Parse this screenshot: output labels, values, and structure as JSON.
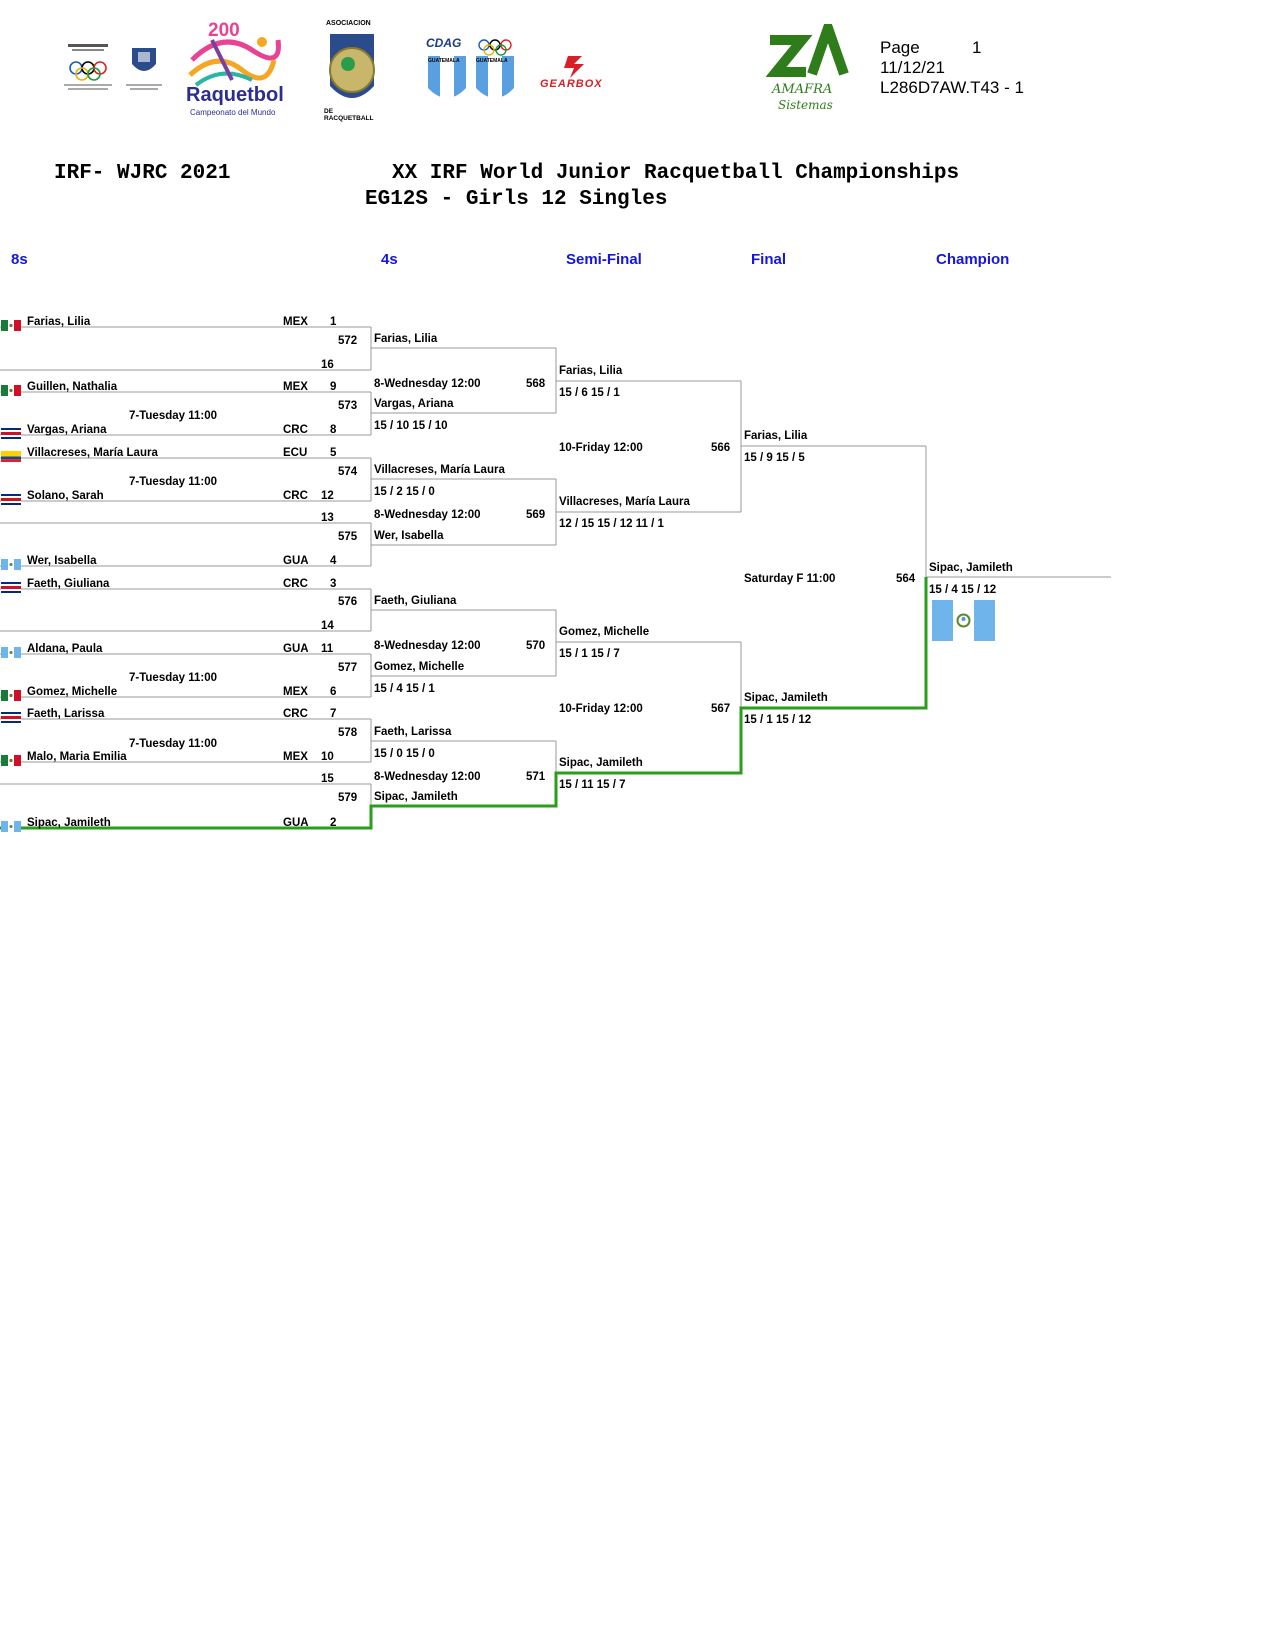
{
  "header": {
    "page_label": "Page",
    "page_number": "1",
    "date": "11/12/21",
    "report_code": "L286D7AW.T43 -  1",
    "left_title": "IRF- WJRC 2021",
    "main_title": "XX IRF World Junior Racquetball Championships",
    "sub_title": "EG12S - Girls 12 Singles"
  },
  "logos": {
    "raquetbol_200": "200",
    "raquetbol_name": "Raquetbol",
    "raquetbol_sub": "Campeonato del Mundo",
    "cdag": "CDAG",
    "guatemala_label": "GUATEMALA",
    "gearbox": "GEARBOX",
    "asociacion_top": "ASOCIACION",
    "asociacion_bottom": "DE RACQUETBALL",
    "amafra": "AMAFRA",
    "amafra_sub": "Sistemas"
  },
  "rounds": {
    "r1": "8s",
    "r2": "4s",
    "r3": "Semi-Final",
    "r4": "Final",
    "r5": "Champion"
  },
  "colors": {
    "round_header": "#1515e0",
    "winner_path": "#2a9d1a",
    "lines": "#999999"
  },
  "round1": [
    {
      "name": "Farias, Lilia",
      "country": "MEX",
      "seed": "1",
      "flag": "mex"
    },
    {
      "name": "",
      "country": "",
      "seed": "16",
      "flag": ""
    },
    {
      "name": "Guillen, Nathalia",
      "country": "MEX",
      "seed": "9",
      "flag": "mex"
    },
    {
      "name": "Vargas, Ariana",
      "country": "CRC",
      "seed": "8",
      "flag": "crc"
    },
    {
      "name": "Villacreses, María Laura",
      "country": "ECU",
      "seed": "5",
      "flag": "ecu"
    },
    {
      "name": "Solano, Sarah",
      "country": "CRC",
      "seed": "12",
      "flag": "crc"
    },
    {
      "name": "",
      "country": "",
      "seed": "13",
      "flag": ""
    },
    {
      "name": "Wer, Isabella",
      "country": "GUA",
      "seed": "4",
      "flag": "gua"
    },
    {
      "name": "Faeth, Giuliana",
      "country": "CRC",
      "seed": "3",
      "flag": "crc"
    },
    {
      "name": "",
      "country": "",
      "seed": "14",
      "flag": ""
    },
    {
      "name": "Aldana, Paula",
      "country": "GUA",
      "seed": "11",
      "flag": "gua"
    },
    {
      "name": "Gomez, Michelle",
      "country": "MEX",
      "seed": "6",
      "flag": "mex"
    },
    {
      "name": "Faeth, Larissa",
      "country": "CRC",
      "seed": "7",
      "flag": "crc"
    },
    {
      "name": "Malo, Maria Emilia",
      "country": "MEX",
      "seed": "10",
      "flag": "mex"
    },
    {
      "name": "",
      "country": "",
      "seed": "15",
      "flag": ""
    },
    {
      "name": "Sipac, Jamileth",
      "country": "GUA",
      "seed": "2",
      "flag": "gua"
    }
  ],
  "round1_matches": [
    {
      "num": "572",
      "time": ""
    },
    {
      "num": "573",
      "time": "7-Tuesday 11:00"
    },
    {
      "num": "574",
      "time": "7-Tuesday 11:00"
    },
    {
      "num": "575",
      "time": ""
    },
    {
      "num": "576",
      "time": ""
    },
    {
      "num": "577",
      "time": "7-Tuesday 11:00"
    },
    {
      "num": "578",
      "time": "7-Tuesday 11:00"
    },
    {
      "num": "579",
      "time": ""
    }
  ],
  "round2": [
    {
      "name": "Farias, Lilia",
      "score": ""
    },
    {
      "name": "Vargas, Ariana",
      "score": "15 / 10  15 / 10"
    },
    {
      "name": "Villacreses, María Laura",
      "score": "15 / 2  15 / 0"
    },
    {
      "name": "Wer, Isabella",
      "score": ""
    },
    {
      "name": "Faeth, Giuliana",
      "score": ""
    },
    {
      "name": "Gomez, Michelle",
      "score": "15 / 4  15 / 1"
    },
    {
      "name": "Faeth, Larissa",
      "score": "15 / 0  15 / 0"
    },
    {
      "name": "Sipac, Jamileth",
      "score": ""
    }
  ],
  "round2_matches": [
    {
      "num": "568",
      "time": "8-Wednesday 12:00"
    },
    {
      "num": "569",
      "time": "8-Wednesday 12:00"
    },
    {
      "num": "570",
      "time": "8-Wednesday 12:00"
    },
    {
      "num": "571",
      "time": "8-Wednesday 12:00"
    }
  ],
  "round3": [
    {
      "name": "Farias, Lilia",
      "score": "15 / 6  15 / 1"
    },
    {
      "name": "Villacreses, María Laura",
      "score": "12 / 15  15 / 12  11 / 1"
    },
    {
      "name": "Gomez, Michelle",
      "score": "15 / 1  15 / 7"
    },
    {
      "name": "Sipac, Jamileth",
      "score": "15 / 11  15 / 7"
    }
  ],
  "round3_matches": [
    {
      "num": "566",
      "time": "10-Friday 12:00"
    },
    {
      "num": "567",
      "time": "10-Friday 12:00"
    }
  ],
  "round4": [
    {
      "name": "Farias, Lilia",
      "score": "15 / 9  15 / 5"
    },
    {
      "name": "Sipac, Jamileth",
      "score": "15 / 1  15 / 12"
    }
  ],
  "round4_match": {
    "num": "564",
    "time": "Saturday F 11:00"
  },
  "champion": {
    "name": "Sipac, Jamileth",
    "score": "15 / 4  15 / 12",
    "flag": "gua"
  }
}
